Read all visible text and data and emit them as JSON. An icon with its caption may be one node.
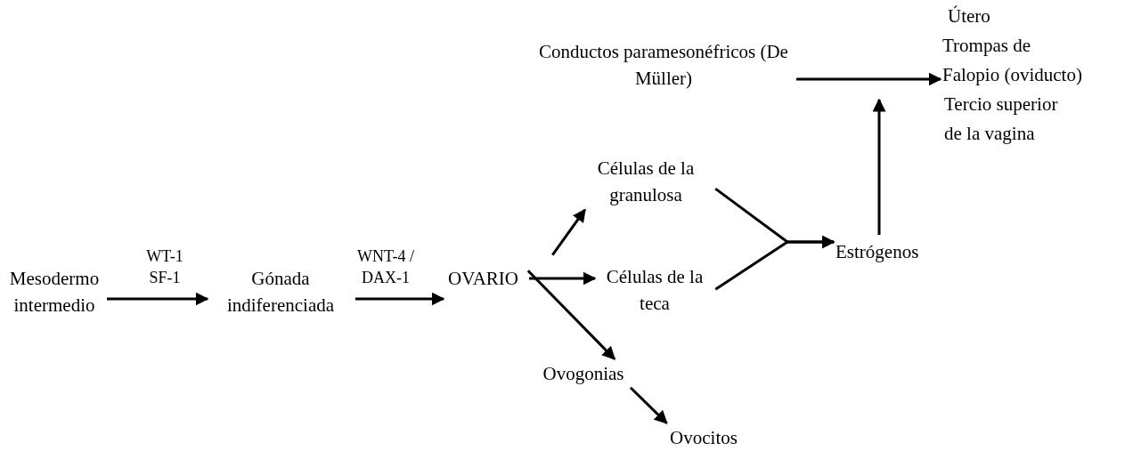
{
  "diagram": {
    "nodes": [
      {
        "text": [
          "Mesodermo intermedio"
        ]
      },
      {
        "text": [
          "Gónada indiferenciada"
        ]
      },
      {
        "text": [
          "OVARIO"
        ]
      },
      {
        "text": [
          "Células de la granulosa"
        ]
      },
      {
        "text": [
          "Células de la teca"
        ]
      },
      {
        "text": [
          "Ovogonias"
        ]
      },
      {
        "text": [
          "Ovocitos"
        ]
      },
      {
        "text": [
          "Estrógenos"
        ]
      },
      {
        "text": [
          "Conductos paramesonéfricos (De Müller)"
        ]
      },
      {
        "text": [
          "Útero",
          "Trompas de Falopio (oviducto)",
          "Tercio superior de la vagina"
        ]
      }
    ],
    "edges": [
      {
        "from": 0,
        "to": 1,
        "arrow": "to",
        "label": "WT-1 SF-1"
      },
      {
        "from": 1,
        "to": 2,
        "arrow": "to",
        "label": "WNT-4 / DAX-1"
      },
      {
        "from": 2,
        "to": 3,
        "arrow": "to"
      },
      {
        "from": 2,
        "to": 4,
        "arrow": "to"
      },
      {
        "from": 2,
        "to": 5,
        "arrow": "to"
      },
      {
        "from": 5,
        "to": 6,
        "arrow": "to"
      },
      {
        "from": 3,
        "to": 7,
        "arrow": "to"
      },
      {
        "from": 4,
        "to": 7,
        "arrow": "to"
      },
      {
        "from": 8,
        "to": 9,
        "arrow": "to"
      },
      {
        "from": 7,
        "to": null,
        "arrow": "to"
      }
    ]
  }
}
